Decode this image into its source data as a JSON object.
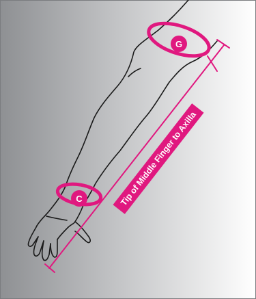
{
  "colors": {
    "accent": "#e0187f",
    "outline": "#1a1a1a",
    "background_dark": "#8f9194",
    "background_light": "#ffffff"
  },
  "markers": {
    "wrist": {
      "label": "C"
    },
    "upper_arm": {
      "label": "G"
    }
  },
  "measurement": {
    "label": "Tip of Middle Finger to Axilla"
  }
}
